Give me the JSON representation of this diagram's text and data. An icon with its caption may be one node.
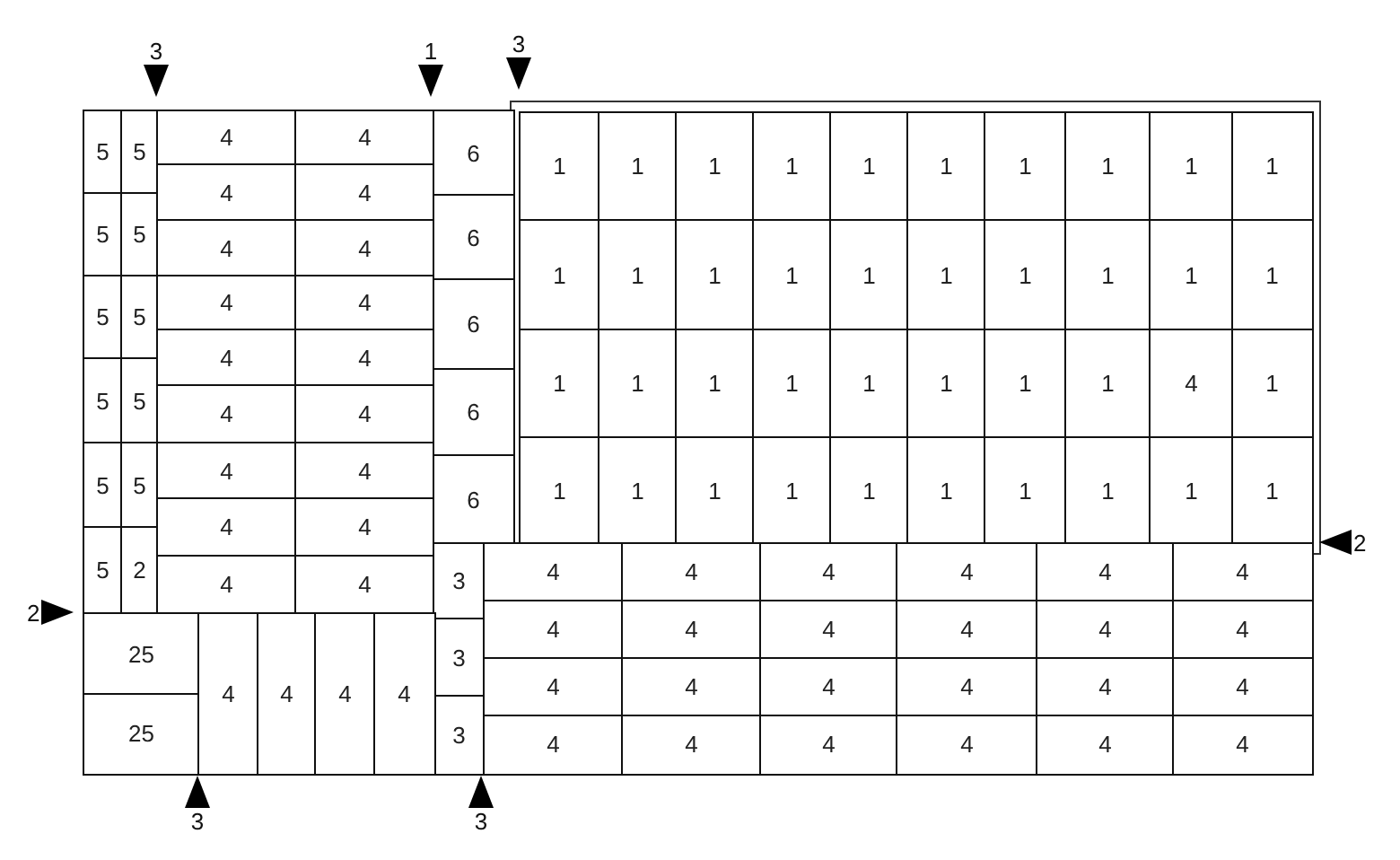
{
  "diagram": {
    "nodes": [
      {
        "text": [
          "5"
        ]
      },
      {
        "text": [
          "5"
        ]
      },
      {
        "text": [
          "5"
        ]
      },
      {
        "text": [
          "5"
        ]
      },
      {
        "text": [
          "5"
        ]
      },
      {
        "text": [
          "5"
        ]
      },
      {
        "text": [
          "5"
        ]
      },
      {
        "text": [
          "5"
        ]
      },
      {
        "text": [
          "5"
        ]
      },
      {
        "text": [
          "5"
        ]
      },
      {
        "text": [
          "5"
        ]
      },
      {
        "text": [
          "2"
        ]
      },
      {
        "text": [
          "4"
        ]
      },
      {
        "text": [
          "4"
        ]
      },
      {
        "text": [
          "4"
        ]
      },
      {
        "text": [
          "4"
        ]
      },
      {
        "text": [
          "4"
        ]
      },
      {
        "text": [
          "4"
        ]
      },
      {
        "text": [
          "4"
        ]
      },
      {
        "text": [
          "4"
        ]
      },
      {
        "text": [
          "4"
        ]
      },
      {
        "text": [
          "4"
        ]
      },
      {
        "text": [
          "4"
        ]
      },
      {
        "text": [
          "4"
        ]
      },
      {
        "text": [
          "4"
        ]
      },
      {
        "text": [
          "4"
        ]
      },
      {
        "text": [
          "4"
        ]
      },
      {
        "text": [
          "4"
        ]
      },
      {
        "text": [
          "4"
        ]
      },
      {
        "text": [
          "4"
        ]
      },
      {
        "text": [
          "6"
        ]
      },
      {
        "text": [
          "6"
        ]
      },
      {
        "text": [
          "6"
        ]
      },
      {
        "text": [
          "6"
        ]
      },
      {
        "text": [
          "6"
        ]
      },
      {
        "text": [
          "1"
        ]
      },
      {
        "text": [
          "1"
        ]
      },
      {
        "text": [
          "1"
        ]
      },
      {
        "text": [
          "1"
        ]
      },
      {
        "text": [
          "1"
        ]
      },
      {
        "text": [
          "1"
        ]
      },
      {
        "text": [
          "1"
        ]
      },
      {
        "text": [
          "1"
        ]
      },
      {
        "text": [
          "1"
        ]
      },
      {
        "text": [
          "1"
        ]
      },
      {
        "text": [
          "1"
        ]
      },
      {
        "text": [
          "1"
        ]
      },
      {
        "text": [
          "1"
        ]
      },
      {
        "text": [
          "1"
        ]
      },
      {
        "text": [
          "1"
        ]
      },
      {
        "text": [
          "1"
        ]
      },
      {
        "text": [
          "1"
        ]
      },
      {
        "text": [
          "1"
        ]
      },
      {
        "text": [
          "1"
        ]
      },
      {
        "text": [
          "1"
        ]
      },
      {
        "text": [
          "1"
        ]
      },
      {
        "text": [
          "1"
        ]
      },
      {
        "text": [
          "1"
        ]
      },
      {
        "text": [
          "1"
        ]
      },
      {
        "text": [
          "1"
        ]
      },
      {
        "text": [
          "1"
        ]
      },
      {
        "text": [
          "1"
        ]
      },
      {
        "text": [
          "1"
        ]
      },
      {
        "text": [
          "4"
        ]
      },
      {
        "text": [
          "1"
        ]
      },
      {
        "text": [
          "1"
        ]
      },
      {
        "text": [
          "1"
        ]
      },
      {
        "text": [
          "1"
        ]
      },
      {
        "text": [
          "1"
        ]
      },
      {
        "text": [
          "1"
        ]
      },
      {
        "text": [
          "1"
        ]
      },
      {
        "text": [
          "1"
        ]
      },
      {
        "text": [
          "1"
        ]
      },
      {
        "text": [
          "1"
        ]
      },
      {
        "text": [
          "1"
        ]
      },
      {
        "text": [
          "3"
        ]
      },
      {
        "text": [
          "3"
        ]
      },
      {
        "text": [
          "3"
        ]
      },
      {
        "text": [
          "4"
        ]
      },
      {
        "text": [
          "4"
        ]
      },
      {
        "text": [
          "4"
        ]
      },
      {
        "text": [
          "4"
        ]
      },
      {
        "text": [
          "4"
        ]
      },
      {
        "text": [
          "4"
        ]
      },
      {
        "text": [
          "4"
        ]
      },
      {
        "text": [
          "4"
        ]
      },
      {
        "text": [
          "4"
        ]
      },
      {
        "text": [
          "4"
        ]
      },
      {
        "text": [
          "4"
        ]
      },
      {
        "text": [
          "4"
        ]
      },
      {
        "text": [
          "4"
        ]
      },
      {
        "text": [
          "4"
        ]
      },
      {
        "text": [
          "4"
        ]
      },
      {
        "text": [
          "4"
        ]
      },
      {
        "text": [
          "4"
        ]
      },
      {
        "text": [
          "4"
        ]
      },
      {
        "text": [
          "4"
        ]
      },
      {
        "text": [
          "4"
        ]
      },
      {
        "text": [
          "4"
        ]
      },
      {
        "text": [
          "4"
        ]
      },
      {
        "text": [
          "4"
        ]
      },
      {
        "text": [
          "4"
        ]
      },
      {
        "text": [
          "25"
        ]
      },
      {
        "text": [
          "25"
        ]
      },
      {
        "text": [
          "4"
        ]
      },
      {
        "text": [
          "4"
        ]
      },
      {
        "text": [
          "4"
        ]
      },
      {
        "text": [
          "4"
        ]
      }
    ],
    "labels": [
      "3",
      "1",
      "3",
      "2",
      "2",
      "3",
      "3"
    ]
  }
}
